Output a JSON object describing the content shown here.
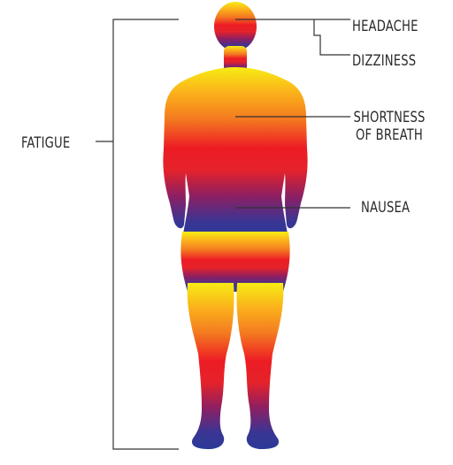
{
  "diagram": {
    "labels": {
      "headache": "HEADACHE",
      "dizziness": "DIZZINESS",
      "shortness_line1": "SHORTNESS",
      "shortness_line2": "OF BREATH",
      "nausea": "NAUSEA",
      "fatigue": "FATIGUE"
    },
    "colors": {
      "gradient_top": "#f7ec14",
      "gradient_upper": "#fbb11b",
      "gradient_mid": "#f05a22",
      "gradient_red": "#ed1c24",
      "gradient_lower": "#8e1f62",
      "gradient_bottom": "#2b3a98",
      "line": "#333333"
    }
  }
}
